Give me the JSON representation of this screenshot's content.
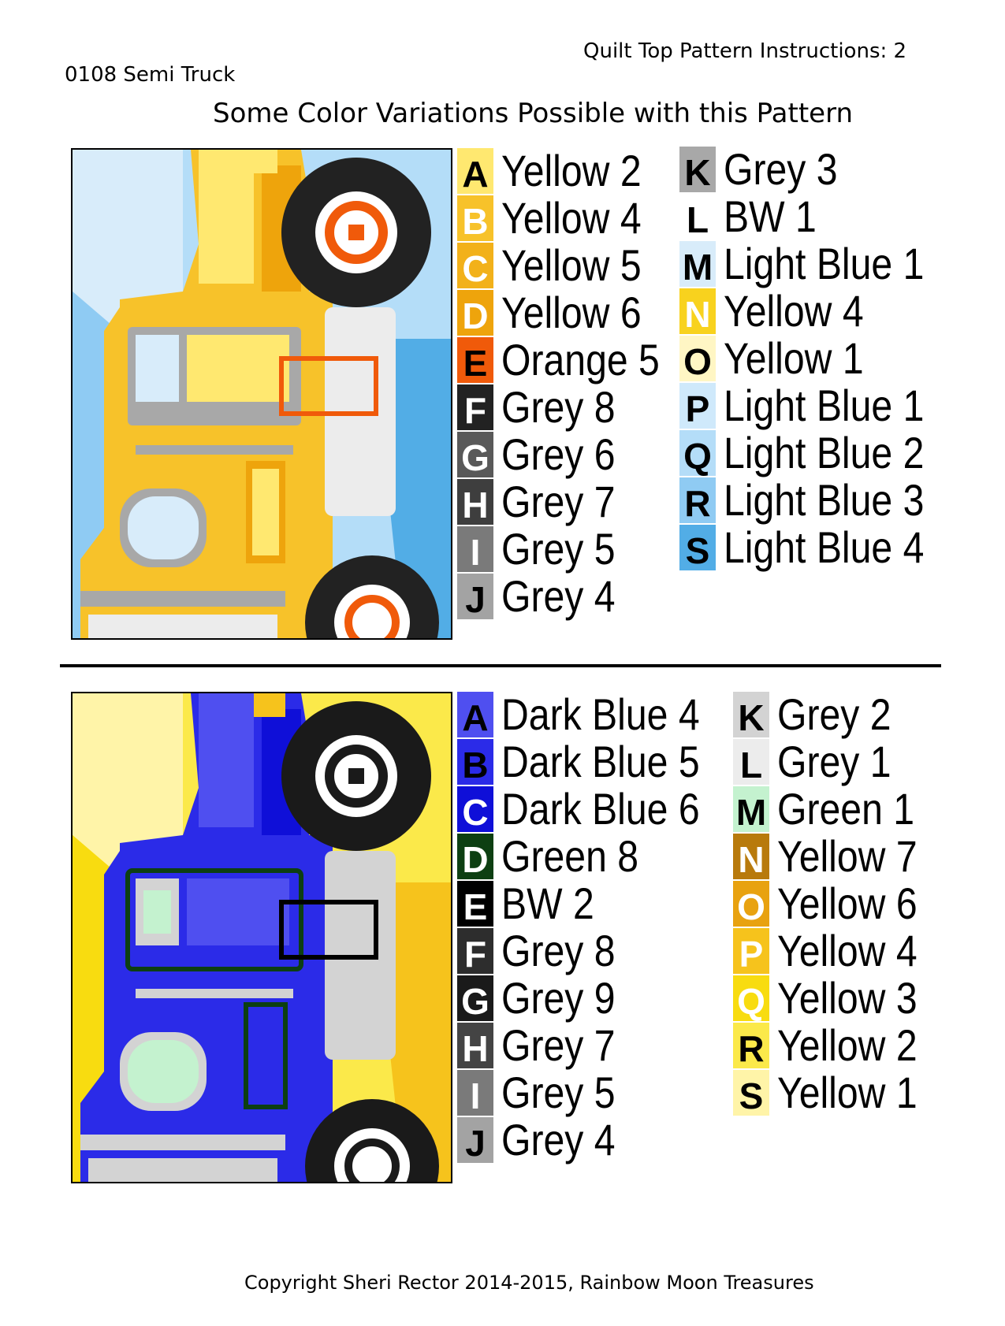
{
  "header": {
    "title": "0108 Semi Truck",
    "page_label": "Quilt Top Pattern Instructions: 2",
    "subtitle": "Some Color Variations Possible with this Pattern"
  },
  "footer": {
    "copyright": "Copyright Sheri Rector 2014-2015, Rainbow Moon Treasures"
  },
  "variation1": {
    "picture": "yellow semi truck pixel pattern",
    "key_left": [
      {
        "letter": "A",
        "name": "Yellow 2",
        "color": "#ffe870",
        "text": "#000000"
      },
      {
        "letter": "B",
        "name": "Yellow 4",
        "color": "#f7c22a",
        "text": "#ffffff"
      },
      {
        "letter": "C",
        "name": "Yellow 5",
        "color": "#f2b11a",
        "text": "#ffffff"
      },
      {
        "letter": "D",
        "name": "Yellow 6",
        "color": "#eea40c",
        "text": "#ffffff"
      },
      {
        "letter": "E",
        "name": "Orange 5",
        "color": "#f05a0a",
        "text": "#000000"
      },
      {
        "letter": "F",
        "name": "Grey 8",
        "color": "#222222",
        "text": "#ffffff"
      },
      {
        "letter": "G",
        "name": "Grey 6",
        "color": "#595959",
        "text": "#ffffff"
      },
      {
        "letter": "H",
        "name": "Grey 7",
        "color": "#3e3e3e",
        "text": "#ffffff"
      },
      {
        "letter": "I",
        "name": "Grey 5",
        "color": "#7a7a7a",
        "text": "#ffffff"
      },
      {
        "letter": "J",
        "name": "Grey 4",
        "color": "#a3a3a3",
        "text": "#000000"
      }
    ],
    "key_right": [
      {
        "letter": "K",
        "name": "Grey 3",
        "color": "#a8a8a8",
        "text": "#000000"
      },
      {
        "letter": "L",
        "name": "BW 1",
        "color": "#ffffff",
        "text": "#000000"
      },
      {
        "letter": "M",
        "name": "Light Blue 1",
        "color": "#d8ecfa",
        "text": "#000000"
      },
      {
        "letter": "N",
        "name": "Yellow 4",
        "color": "#f8d21e",
        "text": "#ffffff"
      },
      {
        "letter": "O",
        "name": "Yellow 1",
        "color": "#fff6c4",
        "text": "#000000"
      },
      {
        "letter": "P",
        "name": "Light Blue 1",
        "color": "#cfe9fb",
        "text": "#000000"
      },
      {
        "letter": "Q",
        "name": "Light Blue 2",
        "color": "#b4ddf8",
        "text": "#000000"
      },
      {
        "letter": "R",
        "name": "Light Blue 3",
        "color": "#8fcbf3",
        "text": "#000000"
      },
      {
        "letter": "S",
        "name": "Light Blue 4",
        "color": "#52ade6",
        "text": "#000000"
      }
    ]
  },
  "variation2": {
    "picture": "blue semi truck pixel pattern",
    "key_left": [
      {
        "letter": "A",
        "name": "Dark Blue 4",
        "color": "#4f4ff0",
        "text": "#000000"
      },
      {
        "letter": "B",
        "name": "Dark Blue 5",
        "color": "#2b2be8",
        "text": "#000000"
      },
      {
        "letter": "C",
        "name": "Dark Blue 6",
        "color": "#0f0fd8",
        "text": "#ffffff"
      },
      {
        "letter": "D",
        "name": "Green 8",
        "color": "#0d3f12",
        "text": "#ffffff"
      },
      {
        "letter": "E",
        "name": "BW 2",
        "color": "#000000",
        "text": "#ffffff"
      },
      {
        "letter": "F",
        "name": "Grey 8",
        "color": "#2d2d2d",
        "text": "#ffffff"
      },
      {
        "letter": "G",
        "name": "Grey 9",
        "color": "#1a1a1a",
        "text": "#ffffff"
      },
      {
        "letter": "H",
        "name": "Grey 7",
        "color": "#444444",
        "text": "#ffffff"
      },
      {
        "letter": "I",
        "name": "Grey 5",
        "color": "#7a7a7a",
        "text": "#ffffff"
      },
      {
        "letter": "J",
        "name": "Grey 4",
        "color": "#a3a3a3",
        "text": "#000000"
      }
    ],
    "key_right": [
      {
        "letter": "K",
        "name": "Grey 2",
        "color": "#d3d3d3",
        "text": "#000000"
      },
      {
        "letter": "L",
        "name": "Grey 1",
        "color": "#ececec",
        "text": "#000000"
      },
      {
        "letter": "M",
        "name": "Green 1",
        "color": "#c4f2cf",
        "text": "#000000"
      },
      {
        "letter": "N",
        "name": "Yellow 7",
        "color": "#b87a0c",
        "text": "#ffffff"
      },
      {
        "letter": "O",
        "name": "Yellow 6",
        "color": "#e8a210",
        "text": "#ffffff"
      },
      {
        "letter": "P",
        "name": "Yellow 4",
        "color": "#f6c31c",
        "text": "#ffffff"
      },
      {
        "letter": "Q",
        "name": "Yellow 3",
        "color": "#f8dc10",
        "text": "#ffffff"
      },
      {
        "letter": "R",
        "name": "Yellow 2",
        "color": "#fbe94a",
        "text": "#000000"
      },
      {
        "letter": "S",
        "name": "Yellow 1",
        "color": "#fff4a8",
        "text": "#000000"
      }
    ]
  },
  "colors": {
    "v1": {
      "sky1": "#d8ecfa",
      "sky2": "#b4ddf8",
      "sky3": "#8fcbf3",
      "sky4": "#52ade6",
      "body": "#f7c22a",
      "body_light": "#ffe870",
      "body_dark": "#eea40c",
      "window": "#d8ecfa",
      "trim": "#a8a8a8",
      "accent": "#f05a0a",
      "tire": "#222222",
      "hub": "#ffffff",
      "chrome": "#ececec"
    },
    "v2": {
      "sky1": "#fff4a8",
      "sky2": "#fbe94a",
      "sky3": "#f8dc10",
      "sky4": "#f6c31c",
      "body": "#2b2be8",
      "body_light": "#4f4ff0",
      "body_dark": "#0f0fd8",
      "window": "#c4f2cf",
      "trim": "#d3d3d3",
      "accent": "#000000",
      "tire": "#1a1a1a",
      "hub": "#ffffff",
      "chrome": "#d3d3d3",
      "outline": "#0d3f12"
    }
  }
}
